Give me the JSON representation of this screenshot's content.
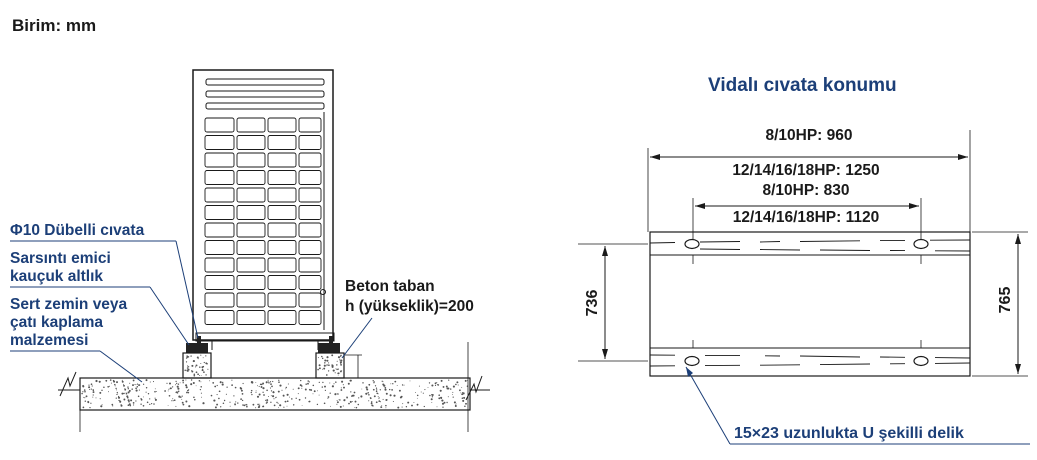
{
  "unit_label": "Birim: mm",
  "left_view": {
    "labels": {
      "anchor_bolt": "Φ10 Dübelli cıvata",
      "rubber_pad_line1": "Sarsıntı emici",
      "rubber_pad_line2": "kauçuk altlık",
      "hard_floor_line1": "Sert zemin veya",
      "hard_floor_line2": "çatı kaplama",
      "hard_floor_line3": "malzemesi",
      "concrete_base_line1": "Beton taban",
      "concrete_base_line2": "h (yükseklik)=200"
    }
  },
  "right_view": {
    "title": "Vidalı cıvata konumu",
    "outer_width_label_1": "8/10HP: 960",
    "outer_width_label_2": "12/14/16/18HP: 1250",
    "inner_width_label_1": "8/10HP: 830",
    "inner_width_label_2": "12/14/16/18HP: 1120",
    "left_height_label": "736",
    "right_height_label": "765",
    "hole_label": "15×23 uzunlukta U şekilli delik"
  },
  "colors": {
    "label_blue": "#1c3f78",
    "line_dark": "#1a1a1a"
  }
}
